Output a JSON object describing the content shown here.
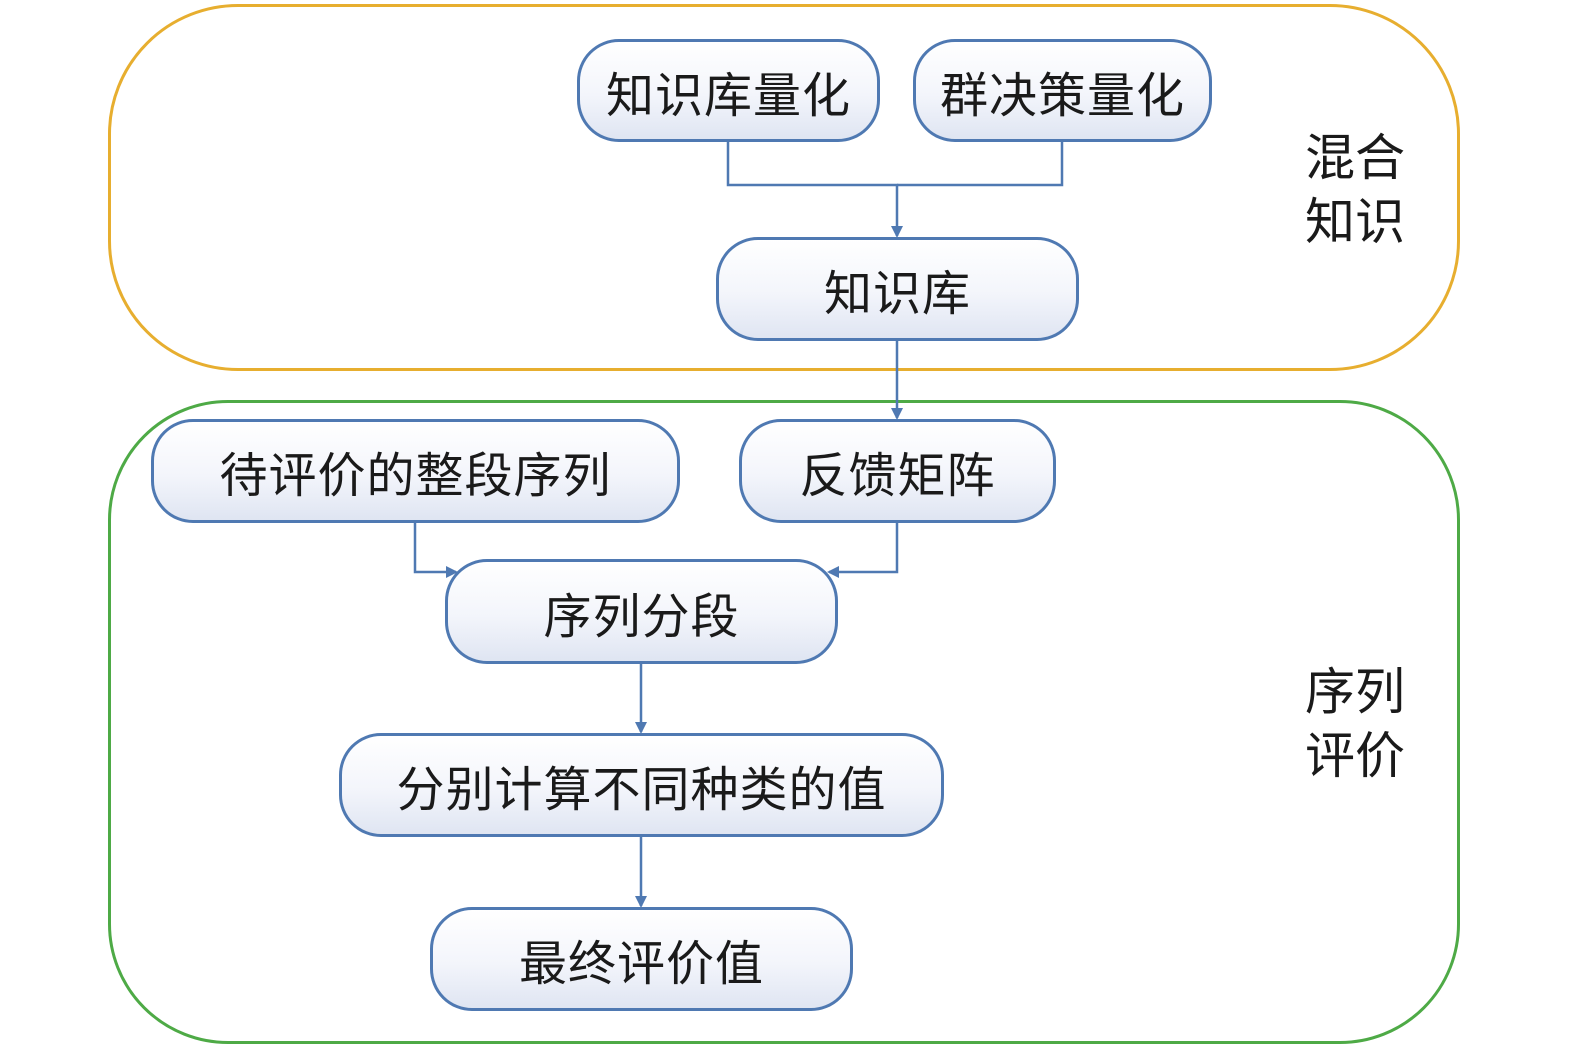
{
  "groups": {
    "top": {
      "label_line1": "混合",
      "label_line2": "知识",
      "border_color": "#E7AE2F"
    },
    "bottom": {
      "label_line1": "序列",
      "label_line2": "评价",
      "border_color": "#4EAA46"
    }
  },
  "nodes": {
    "kb_quant": "知识库量化",
    "group_decision_quant": "群决策量化",
    "knowledge_base": "知识库",
    "whole_sequence": "待评价的整段序列",
    "feedback_matrix": "反馈矩阵",
    "sequence_segmentation": "序列分段",
    "compute_values": "分别计算不同种类的值",
    "final_value": "最终评价值"
  },
  "colors": {
    "node_border": "#4F79B2",
    "connector": "#4F79B2"
  }
}
